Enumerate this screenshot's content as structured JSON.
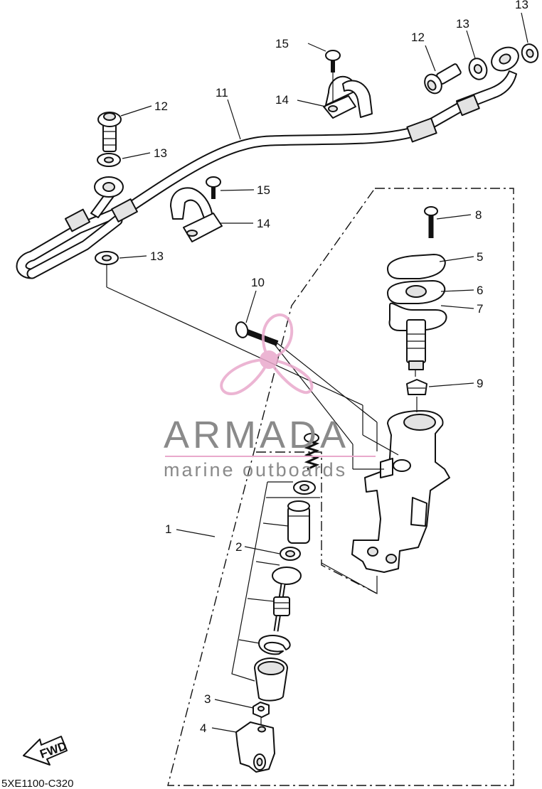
{
  "diagram": {
    "drawing_code": "5XE1100-C320",
    "fwd_label": "FWD",
    "callouts": [
      {
        "id": "c13a",
        "text": "13"
      },
      {
        "id": "c12a",
        "text": "12"
      },
      {
        "id": "c13b",
        "text": "13"
      },
      {
        "id": "c15a",
        "text": "15"
      },
      {
        "id": "c14a",
        "text": "14"
      },
      {
        "id": "c11",
        "text": "11"
      },
      {
        "id": "c12b",
        "text": "12"
      },
      {
        "id": "c13c",
        "text": "13"
      },
      {
        "id": "c15b",
        "text": "15"
      },
      {
        "id": "c14b",
        "text": "14"
      },
      {
        "id": "c13d",
        "text": "13"
      },
      {
        "id": "c8",
        "text": "8"
      },
      {
        "id": "c5",
        "text": "5"
      },
      {
        "id": "c6",
        "text": "6"
      },
      {
        "id": "c7",
        "text": "7"
      },
      {
        "id": "c10",
        "text": "10"
      },
      {
        "id": "c9",
        "text": "9"
      },
      {
        "id": "c1",
        "text": "1"
      },
      {
        "id": "c2",
        "text": "2"
      },
      {
        "id": "c3",
        "text": "3"
      },
      {
        "id": "c4",
        "text": "4"
      }
    ]
  },
  "watermark": {
    "brand": "ARMADA",
    "tagline": "marine outboards",
    "color": "#e9a9cc"
  }
}
